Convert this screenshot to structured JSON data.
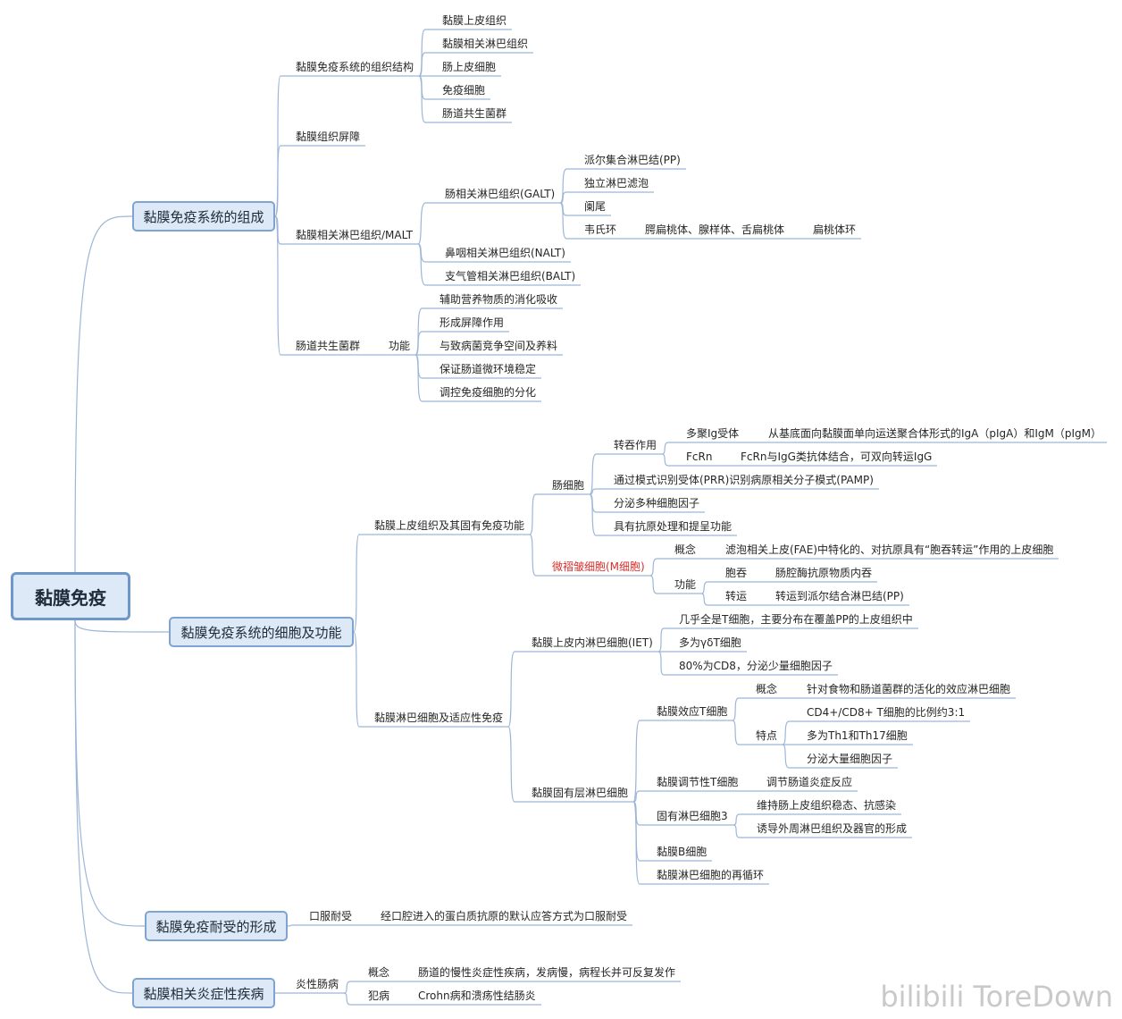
{
  "root": "黏膜免疫",
  "watermark": "bilibili ToreDown",
  "branch1": {
    "title": "黏膜免疫系统的组成",
    "struct": "黏膜免疫系统的组织结构",
    "struct_items": [
      "黏膜上皮组织",
      "黏膜相关淋巴组织",
      "肠上皮细胞",
      "免疫细胞",
      "肠道共生菌群"
    ],
    "barrier": "黏膜组织屏障",
    "malt": "黏膜相关淋巴组织/MALT",
    "galt": "肠相关淋巴组织(GALT)",
    "galt_items": [
      "派尔集合淋巴结(PP)",
      "独立淋巴滤泡",
      "阑尾",
      "韦氏环"
    ],
    "waldeyer_sub": "腭扁桃体、腺样体、舌扁桃体",
    "waldeyer_sub2": "扁桃体环",
    "nalt": "鼻咽相关淋巴组织(NALT)",
    "balt": "支气管相关淋巴组织(BALT)",
    "flora": "肠道共生菌群",
    "func": "功能",
    "func_items": [
      "辅助营养物质的消化吸收",
      "形成屏障作用",
      "与致病菌竞争空间及养料",
      "保证肠道微环境稳定",
      "调控免疫细胞的分化"
    ]
  },
  "branch2": {
    "title": "黏膜免疫系统的细胞及功能",
    "epi": "黏膜上皮组织及其固有免疫功能",
    "enterocyte": "肠细胞",
    "transcytosis": "转吞作用",
    "pigr": "多聚Ig受体",
    "pigr_desc": "从基底面向黏膜面单向运送聚合体形式的IgA（pIgA）和IgM（pIgM）",
    "fcrn": "FcRn",
    "fcrn_desc": "FcRn与IgG类抗体结合，可双向转运IgG",
    "ent_items": [
      "通过模式识别受体(PRR)识别病原相关分子模式(PAMP)",
      "分泌多种细胞因子",
      "具有抗原处理和提呈功能"
    ],
    "mcell": "微褶皱细胞(M细胞)",
    "concept": "概念",
    "mcell_concept": "滤泡相关上皮(FAE)中特化的、对抗原具有“胞吞转运”作用的上皮细胞",
    "func": "功能",
    "endo": "胞吞",
    "endo_desc": "肠腔酶抗原物质内吞",
    "transport": "转运",
    "transport_desc": "转运到派尔结合淋巴结(PP)",
    "lymph": "黏膜淋巴细胞及适应性免疫",
    "iel": "黏膜上皮内淋巴细胞(IET)",
    "iel_items": [
      "几乎全是T细胞，主要分布在覆盖PP的上皮组织中",
      "多为γδT细胞",
      "80%为CD8，分泌少量细胞因子"
    ],
    "lp": "黏膜固有层淋巴细胞",
    "eff": "黏膜效应T细胞",
    "eff_concept_label": "概念",
    "eff_concept": "针对食物和肠道菌群的活化的效应淋巴细胞",
    "feature": "特点",
    "feature_items": [
      "CD4+/CD8+ T细胞的比例约3:1",
      "多为Th1和Th17细胞",
      "分泌大量细胞因子"
    ],
    "treg": "黏膜调节性T细胞",
    "treg_desc": "调节肠道炎症反应",
    "ilc3": "固有淋巴细胞3",
    "ilc3_items": [
      "维持肠上皮组织稳态、抗感染",
      "诱导外周淋巴组织及器官的形成"
    ],
    "bcell": "黏膜B细胞",
    "recirc": "黏膜淋巴细胞的再循环"
  },
  "branch3": {
    "title": "黏膜免疫耐受的形成",
    "oral": "口服耐受",
    "oral_desc": "经口腔进入的蛋白质抗原的默认应答方式为口服耐受"
  },
  "branch4": {
    "title": "黏膜相关炎症性疾病",
    "ibd": "炎性肠病",
    "concept": "概念",
    "concept_desc": "肠道的慢性炎症性疾病，发病慢，病程长并可反复发作",
    "disease": "犯病",
    "disease_desc": "Crohn病和溃疡性结肠炎"
  }
}
